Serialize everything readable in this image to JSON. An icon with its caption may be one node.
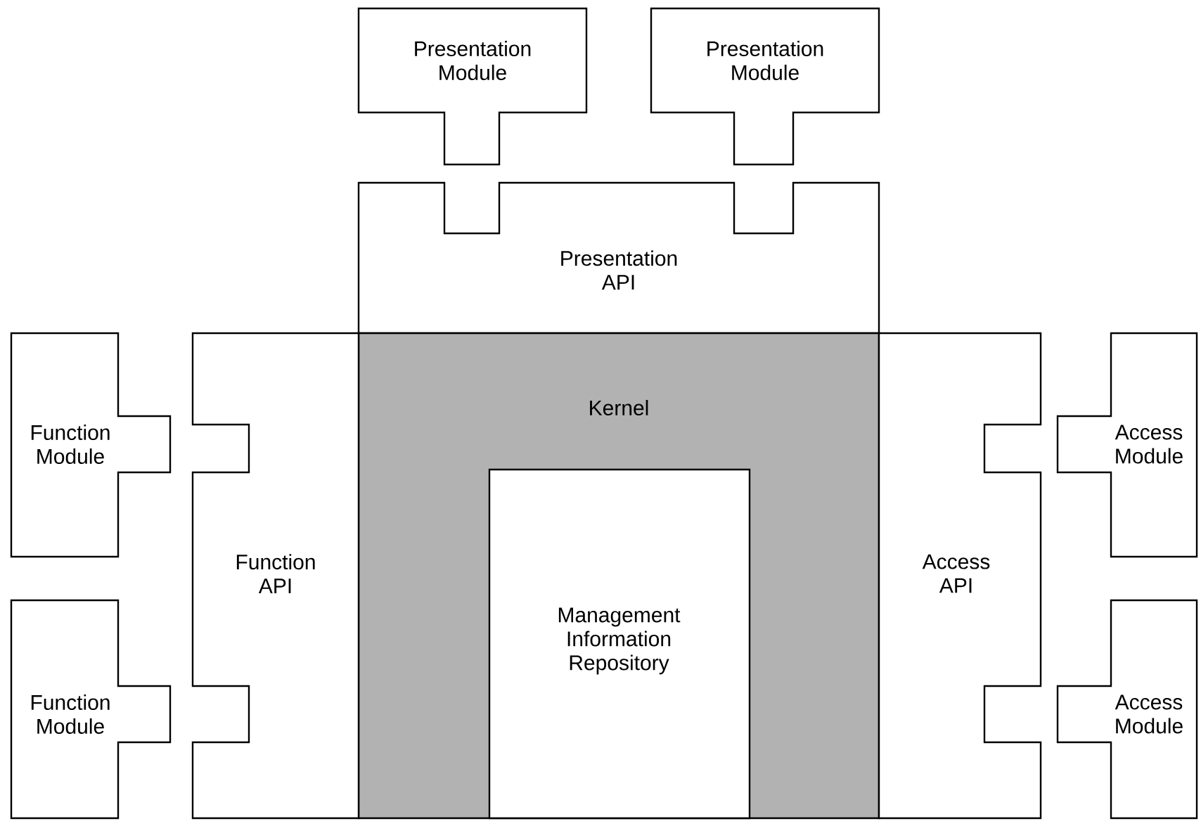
{
  "diagram": {
    "nodes": [
      {
        "text": [
          "Presentation Module"
        ]
      },
      {
        "text": [
          "Presentation Module"
        ]
      },
      {
        "text": [
          "Presentation API"
        ]
      },
      {
        "text": [
          "Kernel"
        ]
      },
      {
        "text": [
          "Function Module"
        ]
      },
      {
        "text": [
          "Access Module"
        ]
      },
      {
        "text": [
          "Function API"
        ]
      },
      {
        "text": [
          "Access API"
        ]
      },
      {
        "text": [
          "Management Information Repository"
        ],
        "in": 3
      },
      {
        "text": [
          "Function Module"
        ]
      },
      {
        "text": [
          "Access Module"
        ]
      }
    ]
  }
}
